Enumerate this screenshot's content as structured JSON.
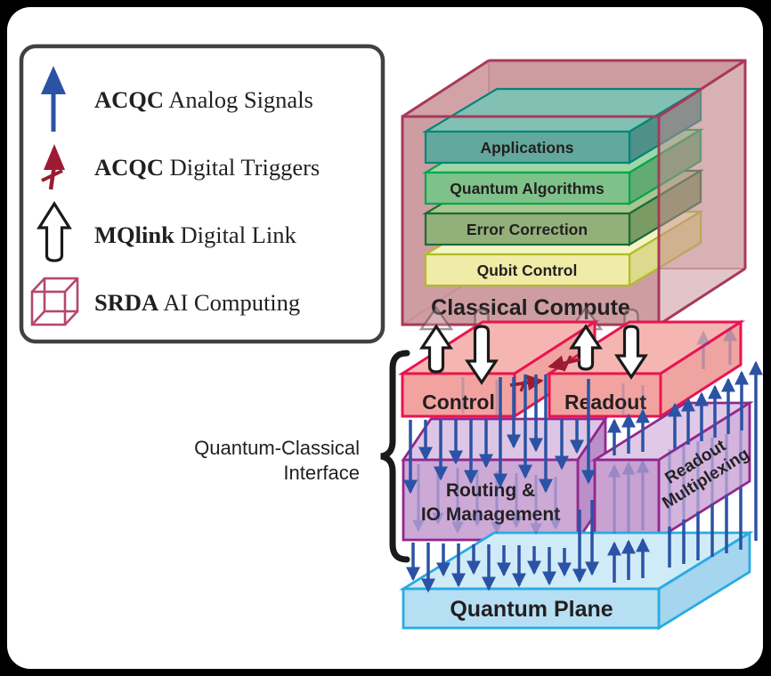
{
  "legend": {
    "items": [
      {
        "icon": "analog-arrow-icon",
        "prefix": "ACQC",
        "rest": " Analog Signals"
      },
      {
        "icon": "trigger-arrow-icon",
        "prefix": "ACQC",
        "rest": " Digital Triggers"
      },
      {
        "icon": "mqlink-arrow-icon",
        "prefix": "MQlink",
        "rest": " Digital Link"
      },
      {
        "icon": "srda-cube-icon",
        "prefix": "SRDA",
        "rest": " AI Computing"
      }
    ]
  },
  "diagram": {
    "classical_compute": {
      "label": "Classical Compute",
      "layers": [
        "Applications",
        "Quantum Algorithms",
        "Error Correction",
        "Qubit Control"
      ]
    },
    "control": {
      "label": "Control"
    },
    "readout": {
      "label": "Readout"
    },
    "routing": {
      "line1": "Routing &",
      "line2": "IO Management"
    },
    "readout_multiplexing": {
      "line1": "Readout",
      "line2": "Multiplexing"
    },
    "quantum_plane": {
      "label": "Quantum Plane"
    },
    "interface_brace": {
      "line1": "Quantum-Classical",
      "line2": "Interface"
    }
  },
  "colors": {
    "background": "#000000",
    "panel": "#ffffff",
    "legend_border": "#414042",
    "analog_blue": "#2b53a5",
    "trigger_dark_red": "#9c1b33",
    "mqlink_white": "#ffffff",
    "srda_crimson": "#b5486a",
    "cube_edge": "#a8395a",
    "cube_face": "#c68c91",
    "red_plane_edge": "#e9144f",
    "red_plane_face": "#f2a3a0",
    "purple_edge": "#92278f",
    "purple_face": "#cda9d6",
    "quantum_edge": "#29abe2",
    "quantum_face": "#b6dff3",
    "label_text": "#231f20",
    "layer_applications": "#63a89c",
    "layer_quantum_algorithms": "#7ec289",
    "layer_error_correction": "#92b17a",
    "layer_qubit_control": "#f0eca8"
  }
}
